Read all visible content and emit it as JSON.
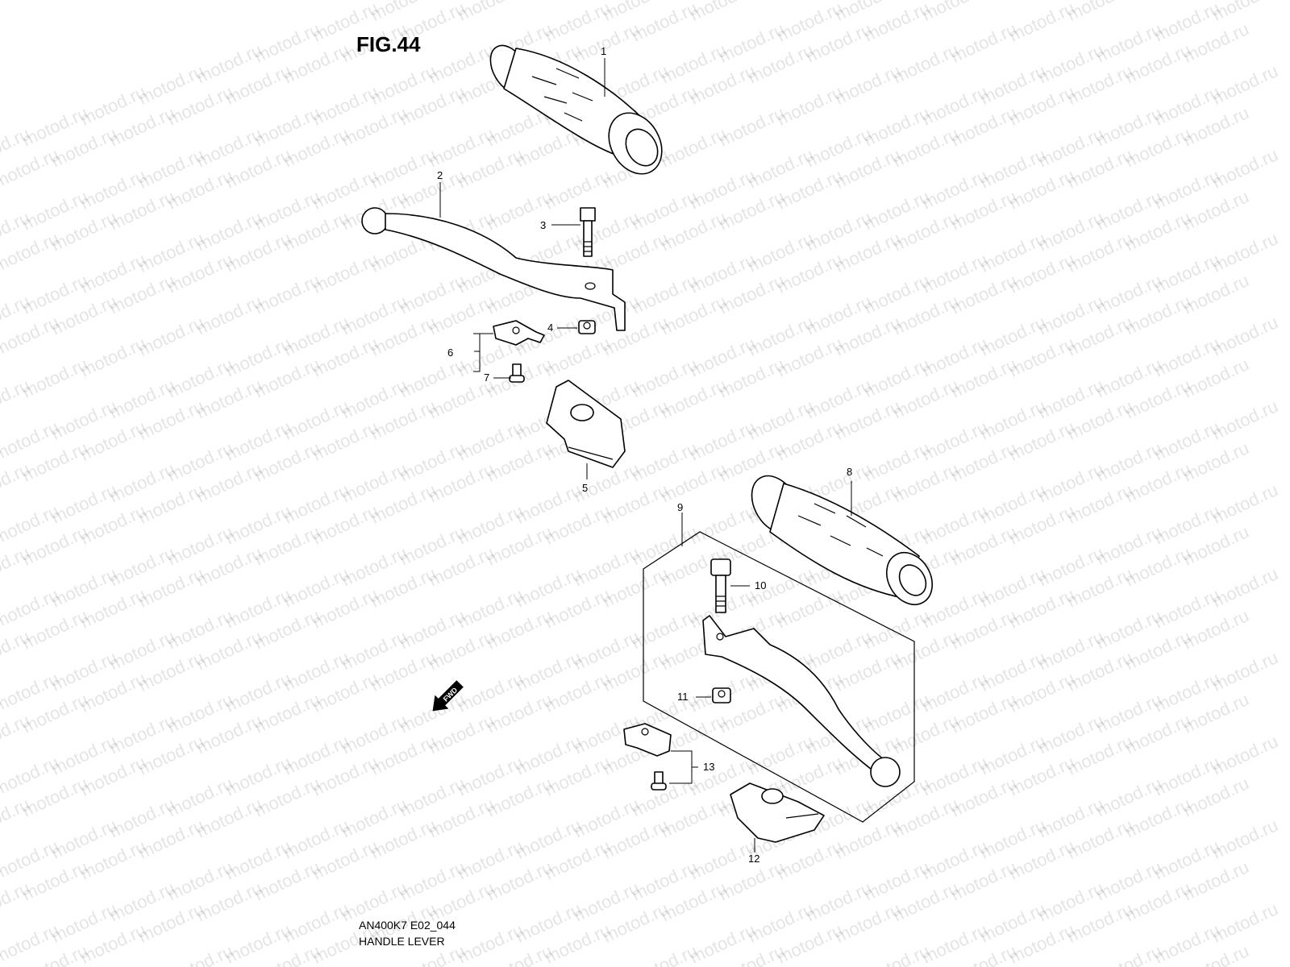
{
  "figure": {
    "title": "FIG.44",
    "model_code": "AN400K7 E02_044",
    "part_name": "HANDLE LEVER",
    "watermark": "motod.ru",
    "direction_marker": "FWD"
  },
  "callouts": [
    "1",
    "2",
    "3",
    "4",
    "5",
    "6",
    "7",
    "8",
    "9",
    "10",
    "11",
    "12",
    "13"
  ]
}
